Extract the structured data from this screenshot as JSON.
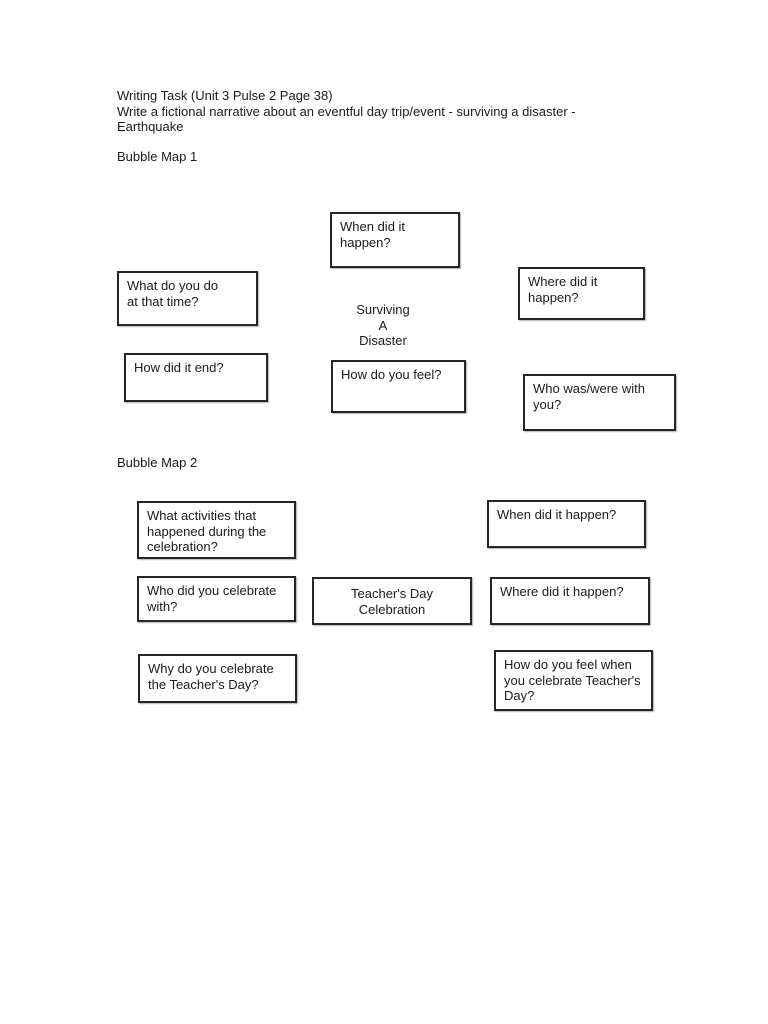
{
  "document": {
    "header": {
      "title_line": "Writing Task (Unit 3 Pulse 2 Page 38)",
      "instruction": "Write a fictional narrative about an eventful day trip/event - surviving a disaster -\nEarthquake"
    },
    "map1": {
      "title": "Bubble Map 1",
      "center_topic": "Surviving\nA\nDisaster",
      "boxes": {
        "when": "When did it\nhappen?",
        "what": "What do you do\nat that time?",
        "where": "Where did it\nhappen?",
        "how_end": "How did it end?",
        "how_feel": "How do you feel?",
        "who": "Who was/were with\nyou?"
      }
    },
    "map2": {
      "title": "Bubble Map 2",
      "center_topic": "Teacher's Day\nCelebration",
      "boxes": {
        "activities": "What activities that\nhappened during the\ncelebration?",
        "when": "When did it happen?",
        "who": "Who did you celebrate\nwith?",
        "where": "Where did it happen?",
        "why": "Why do you celebrate\nthe Teacher's Day?",
        "feel": "How do you feel when\nyou celebrate Teacher's\nDay?"
      }
    }
  }
}
